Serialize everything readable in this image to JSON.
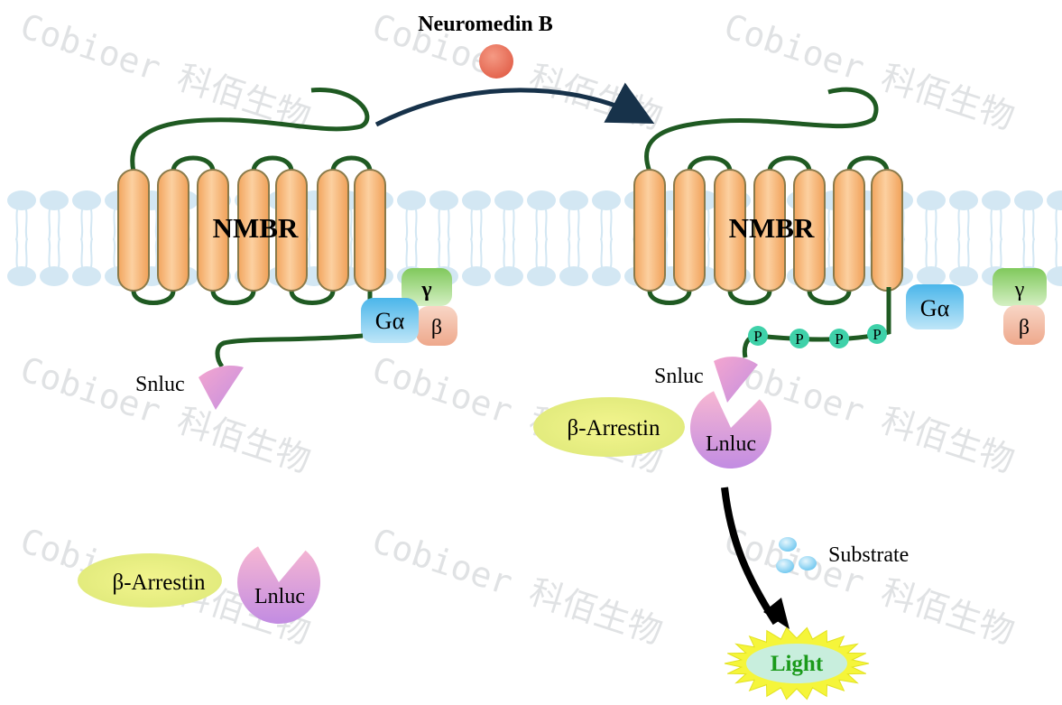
{
  "colors": {
    "helix_fill": "#f7b777",
    "helix_stroke": "#8a7a4a",
    "loop": "#1f5a22",
    "membrane_head": "#d3e7f3",
    "arrow_dark_blue": "#17324a",
    "ligand": "#e8705a",
    "g_alpha": "#58c0ec",
    "g_gamma": "#8fd06e",
    "g_beta": "#f2b39a",
    "arrestin": "#eef07c",
    "lnluc_pink": "#f7b3cf",
    "lnluc_purple": "#c48ee0",
    "phospho": "#3fd1a9",
    "substrate": "#7fcff0",
    "light_burst": "#f5f53a",
    "light_text": "#1a9a1a"
  },
  "icons": {
    "ligand": "red-circle",
    "snluc": "pink-purple-wedge",
    "lnluc": "pacman-circle",
    "phosphate": "green-circle-P",
    "substrate": "blue-dots",
    "light": "yellow-starburst"
  },
  "ligand_label": "Neuromedin B",
  "watermark": "Cobioer 科佰生物",
  "left": {
    "receptor_label": "NMBR",
    "g_alpha": "Gα",
    "g_beta": "β",
    "g_gamma": "γ",
    "snluc_label": "Snluc",
    "arrestin_label": "β-Arrestin",
    "lnluc_label": "Lnluc"
  },
  "right": {
    "receptor_label": "NMBR",
    "g_alpha": "Gα",
    "g_beta": "β",
    "g_gamma": "γ",
    "phospho_labels": [
      "P",
      "P",
      "P",
      "P"
    ],
    "snluc_label": "Snluc",
    "arrestin_label": "β-Arrestin",
    "lnluc_label": "Lnluc",
    "substrate_label": "Substrate",
    "light_label": "Light"
  }
}
